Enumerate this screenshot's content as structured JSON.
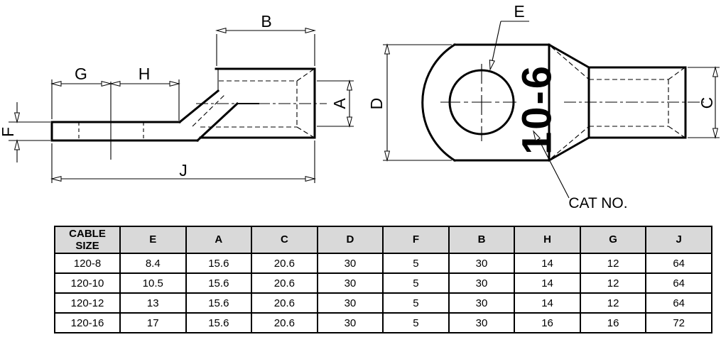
{
  "diagram": {
    "dimension_labels": {
      "a": "A",
      "b": "B",
      "c": "C",
      "d": "D",
      "e": "E",
      "f": "F",
      "g": "G",
      "h": "H",
      "j": "J"
    },
    "stamp_text": "10-6",
    "cat_no_label": "CAT NO."
  },
  "table": {
    "headers": [
      "CABLE SIZE",
      "E",
      "A",
      "C",
      "D",
      "F",
      "B",
      "H",
      "G",
      "J"
    ],
    "rows": [
      [
        "120-8",
        "8.4",
        "15.6",
        "20.6",
        "30",
        "5",
        "30",
        "14",
        "12",
        "64"
      ],
      [
        "120-10",
        "10.5",
        "15.6",
        "20.6",
        "30",
        "5",
        "30",
        "14",
        "12",
        "64"
      ],
      [
        "120-12",
        "13",
        "15.6",
        "20.6",
        "30",
        "5",
        "30",
        "14",
        "12",
        "64"
      ],
      [
        "120-16",
        "17",
        "15.6",
        "20.6",
        "30",
        "5",
        "30",
        "16",
        "16",
        "72"
      ]
    ]
  },
  "colors": {
    "line": "#000000",
    "header_bg": "#d9d9d9",
    "background": "#ffffff"
  }
}
